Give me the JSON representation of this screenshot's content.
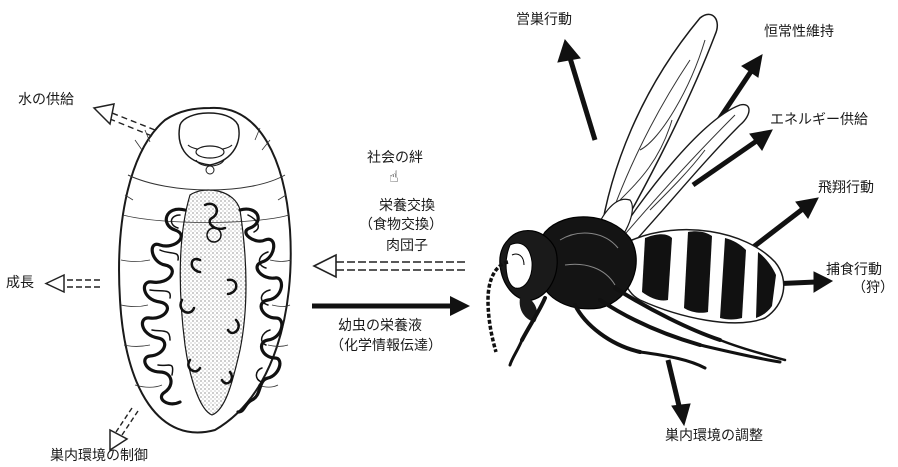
{
  "labels": {
    "water_supply": "水の供給",
    "growth": "成長",
    "nest_env_control": "巣内環境の制御",
    "social_bond": "社会の絆",
    "trophallaxis_1": "栄養交換",
    "trophallaxis_2": "（食物交換）",
    "meatball": "肉団子",
    "larval_saliva": "幼虫の栄養液",
    "chemical_comm": "（化学情報伝達）",
    "nest_building": "営巣行動",
    "homeostasis": "恒常性維持",
    "energy_supply": "エネルギー供給",
    "flight": "飛翔行動",
    "predation": "捕食行動",
    "hunting": "（狩）",
    "nest_env_adjust": "巣内環境の調整"
  },
  "icons": {
    "hand": "pointing-hand-icon"
  }
}
